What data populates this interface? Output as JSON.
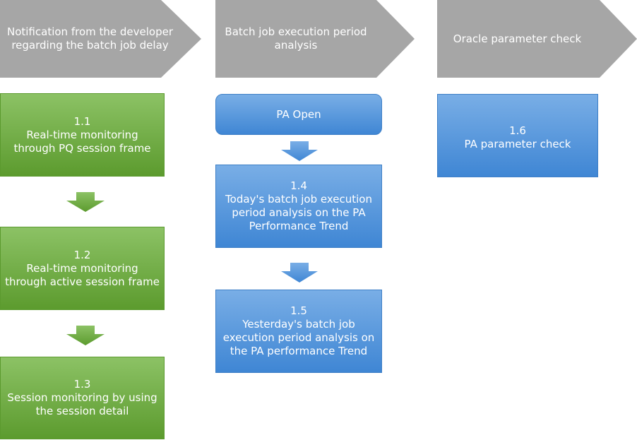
{
  "columns": [
    {
      "header": [
        "Notification from the developer",
        "regarding the batch job delay"
      ],
      "steps": [
        {
          "lines": [
            "1.1",
            "Real-time monitoring",
            "through PQ session frame"
          ]
        },
        {
          "lines": [
            "1.2",
            "Real-time monitoring",
            "through active session frame"
          ]
        },
        {
          "lines": [
            "1.3",
            "Session monitoring by using",
            "the session detail"
          ]
        }
      ]
    },
    {
      "header": [
        "Batch job execution period",
        "analysis"
      ],
      "steps": [
        {
          "lines": [
            "PA Open"
          ]
        },
        {
          "lines": [
            "1.4",
            "Today's batch job execution",
            "period analysis  on the PA",
            "Performance Trend"
          ]
        },
        {
          "lines": [
            "1.5",
            "Yesterday's batch job",
            "execution period analysis  on",
            "the PA performance Trend"
          ]
        }
      ]
    },
    {
      "header": [
        "Oracle parameter check"
      ],
      "steps": [
        {
          "lines": [
            "1.6",
            "PA parameter check"
          ]
        }
      ]
    }
  ],
  "colors": {
    "header": "#a6a6a6",
    "green": "#70ad47",
    "blue": "#5b9bd5",
    "text": "#ffffff"
  }
}
